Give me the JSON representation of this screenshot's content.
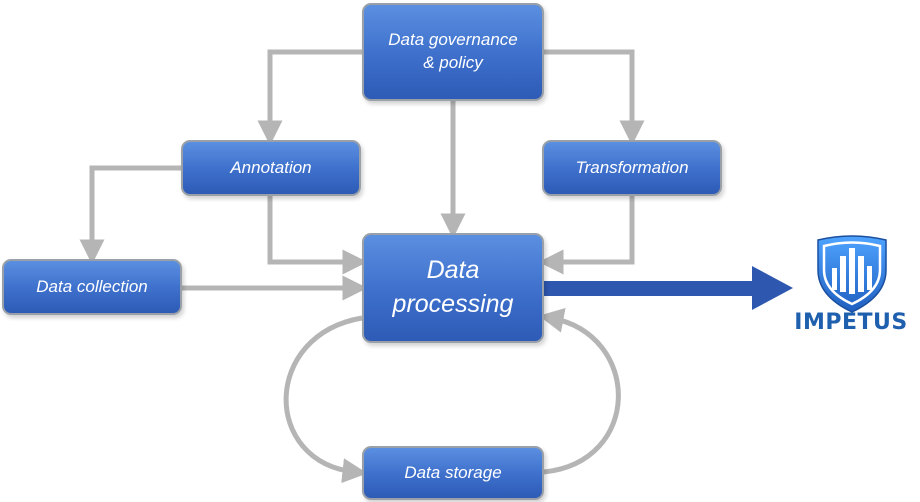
{
  "nodes": {
    "governance": "Data governance & policy",
    "annotation": "Annotation",
    "transformation": "Transformation",
    "collection": "Data collection",
    "processing": "Data processing",
    "storage": "Data storage"
  },
  "logo": {
    "text": "IMPETUS",
    "icon": "impetus-shield-logo",
    "color": "#1e5fae"
  },
  "colors": {
    "box_top": "#5b8fe0",
    "box_bottom": "#2d5bb6",
    "connector": "#b5b5b5",
    "output_arrow": "#2e57b0"
  }
}
